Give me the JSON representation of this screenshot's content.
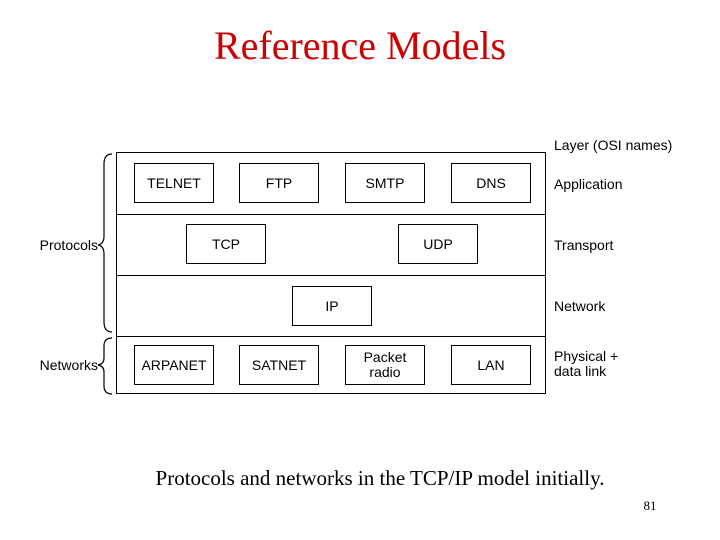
{
  "title": "Reference Models",
  "caption": "Protocols and networks in the TCP/IP model initially.",
  "page_number": "81",
  "layer_header": "Layer (OSI names)",
  "layers": {
    "application": "Application",
    "transport": "Transport",
    "network": "Network",
    "physical_line1": "Physical +",
    "physical_line2": "data link"
  },
  "brackets": {
    "protocols": "Protocols",
    "networks": "Networks"
  },
  "application_protocols": [
    "TELNET",
    "FTP",
    "SMTP",
    "DNS"
  ],
  "transport_protocols": [
    "TCP",
    "UDP"
  ],
  "network_protocols": [
    "IP"
  ],
  "link_networks": {
    "arpanet": "ARPANET",
    "satnet": "SATNET",
    "packet_radio_line1": "Packet",
    "packet_radio_line2": "radio",
    "lan": "LAN"
  },
  "colors": {
    "title": "#cc0000",
    "text": "#000000"
  }
}
